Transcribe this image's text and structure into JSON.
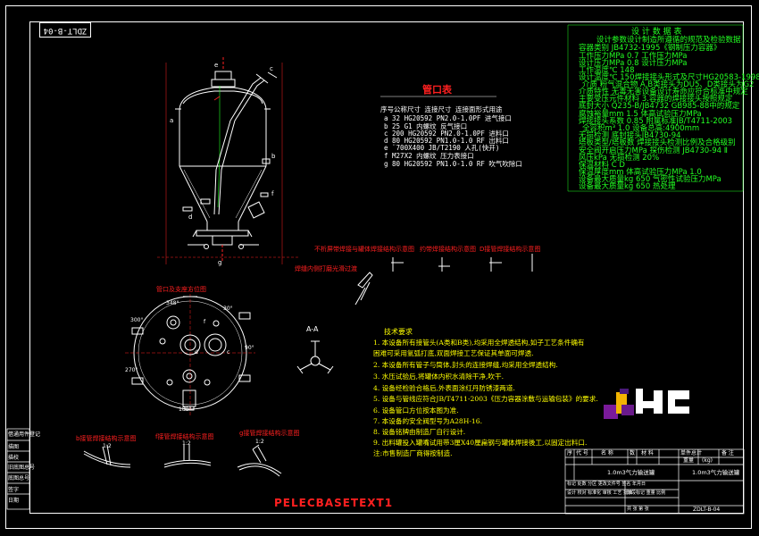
{
  "drawing_number": "ZDLT-B-04",
  "side_labels": [
    "借通用件登记",
    "描图",
    "描校",
    "旧底图总号",
    "底图总号",
    "签字",
    "日期"
  ],
  "nozzle_table": {
    "title": "管口表",
    "header": "序号公称尺寸 连接尺寸 连接面形式用途",
    "rows": [
      "a   32  HG20592 PN2.0-1.0PF  进气接口",
      "b   25     G1    内螺纹 反气接口",
      "c  200 HG20592 PN2.0-1.0PF   进料口",
      "d   80  HG20592 PN1.0-1.0 RF   出料口",
      "e ¨700X400 JB/T2190    人孔(快开)",
      "f  M27X2           内螺纹 压力表接口",
      "g   80  HG20592 PN1.0-1.0 RF 吹气吹除口"
    ]
  },
  "design_data": {
    "title": "设 计 数 据 表",
    "rows": [
      "设计参数设计制造所遵循的规范及检验数据",
      "容器类别   JB4732-1995《钢制压力容器》",
      "工作压力MPa   0.7   工作压力MPa",
      "设计压力MPa   0.8   设计压力MPa",
      "工作温度℃   148",
      "设计温度℃   150焊接接头形式及尺寸HG20583-1998",
      "介质   粉气混合物  A,B类接头为DU5、D类接头为G2",
      "介质特性   无毒无害设备设计寿命应符合标准中规定",
      "主要受压元件材料  3.容器的焊接接头按照规定",
      "底封大小   Q235-B/JB4732  GB985-88中的规定",
      "腐蚀裕量mm   1.5   体高试验压力MPa",
      "焊接接头系数  0.85   附属标准JB/T4711-2003",
      "全容积m³   1.0   设备总高:4900mm",
      "无损检测   底封接头JB4730-94",
      "塔板类型/塔板数   焊接接头检测比例及合格级别",
      "安全阀开启压力MPa   探伤检测 JB4730-94 Ⅱ",
      "风压kPa   无损检测  20%",
      "保温材料   C D",
      "保温厚度mm   体高试验压力MPa  1.0",
      "设备最大质量kg 650  气密性试验压力MPa",
      "设备最大质量kg 650   热处理"
    ]
  },
  "section_label": "A-A",
  "annotations": {
    "a_detail": "不析屏带焊接与罐体焊接结构示意图",
    "e_detail": "约带焊接结构示意图",
    "d_detail": "D接管焊接结构示意图",
    "weld_joint": "焊缝内侧打磨光滑过渡",
    "orientation": "管口及支座方位图",
    "b_detail": "b接管焊接结构示意图",
    "f_detail": "f接管焊接结构示意图",
    "g_detail": "g接管焊接结构示意图",
    "scale1": "1:2",
    "scale2": "1:2",
    "scale3": "1:2",
    "watermark": "PELECBASETEXT1"
  },
  "nozzle_letters": [
    "a",
    "b",
    "c",
    "d",
    "e",
    "f",
    "g"
  ],
  "angles": [
    "348°",
    "30°",
    "300°",
    "90°",
    "270°",
    "180°",
    "f",
    "d",
    "c"
  ],
  "tech_requirements": {
    "title": "技术要求",
    "items": [
      "1. 本设备所有接管头(A类和B类),均采用全焊透结构,如子工艺条件确有",
      "   困难可采用氩弧打底,双面焊接工艺保证其单面可焊透.",
      "2. 本设备所有管子与筒体,封头的连接焊缝,均采用全焊透结构.",
      "3. 水压试验后,将罐体内积水清除干净,吹干.",
      "4. 设备经检验合格后,外表面涂红丹防锈漆两道.",
      "5. 设备与管线应符合JB/T4711-2003《压力容器涂敷与运输包装》的要求.",
      "6. 设备管口方位按本图为准.",
      "7. 本设备的安全阀型号为A28H-16.",
      "8. 设备铭牌由制造厂自行设计.",
      "9. 出料罐投入罐嘴试用带3厘X40厘扁钢与罐体焊接後工,以固定出料口.",
      "注:市售制造厂商得按制造."
    ]
  },
  "title_block": {
    "header": [
      "序",
      "代  号",
      "名  称",
      "数",
      "材  料",
      "单件总计",
      "备  注"
    ],
    "subheader": [
      "重量",
      "(kg)"
    ],
    "product_name": "1.0m3气力输送罐",
    "product_name2": "1.0m3气力输送罐",
    "row_labels": [
      "标记 处数 分区 更改文件号 签名 年月日",
      "设计 校对 标准化 审核 工艺 批准",
      "阶段标记 重量 比例",
      "共  张  第  张"
    ],
    "drawing_no": "ZDLT-B-04"
  },
  "colors": {
    "yellow": "#ffff00",
    "red": "#ff2020",
    "green": "#22ff22",
    "white": "#ffffff",
    "background": "#000000"
  }
}
